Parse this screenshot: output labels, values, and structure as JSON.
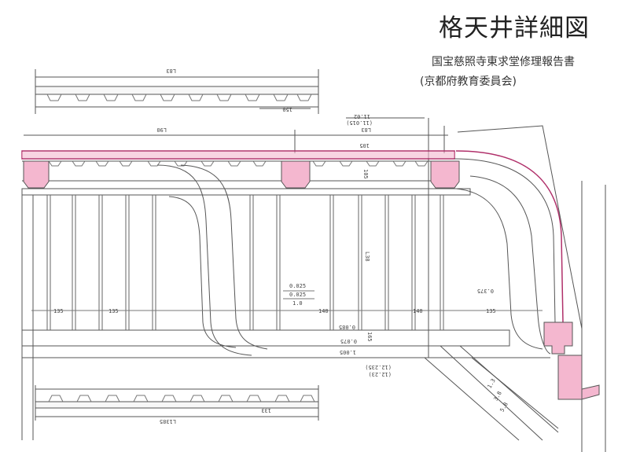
{
  "header": {
    "title": "格天井詳細図",
    "source": "国宝慈照寺東求堂修理報告書",
    "publisher": "(京都府教育委員会)"
  },
  "drawing": {
    "dimensions": {
      "top_plan_total": "L83",
      "top_plan_segment": "150",
      "span_left": "L90",
      "span_right": "L83",
      "beam_width": "11.02",
      "beam_width_alt": "(11.015)",
      "rail_thick": "105",
      "rail_inner": "105",
      "vertical_height": "L38",
      "grid_left_1": "135",
      "grid_left_2": "135",
      "grid_mid": "140",
      "grid_right_1": "140",
      "grid_right_2": "135",
      "small_a": "0.025",
      "small_b": "0.025",
      "small_c": "1.0",
      "bottom_a": "0.085",
      "bottom_b": "0.075",
      "bottom_c": "1.005",
      "bottom_d": "165",
      "diag_a": "(12.235)",
      "diag_b": "(12.23)",
      "corner_dim": "0.375",
      "diag_label_1": "1.3",
      "diag_label_2": "3.8",
      "diag_label_3": "5.8",
      "bottom_plan_total": "L1385",
      "bottom_plan_segment": "133"
    },
    "highlight_color": "#f4b7cf",
    "line_color": "#555555",
    "accent_line_color": "#b0306a"
  }
}
